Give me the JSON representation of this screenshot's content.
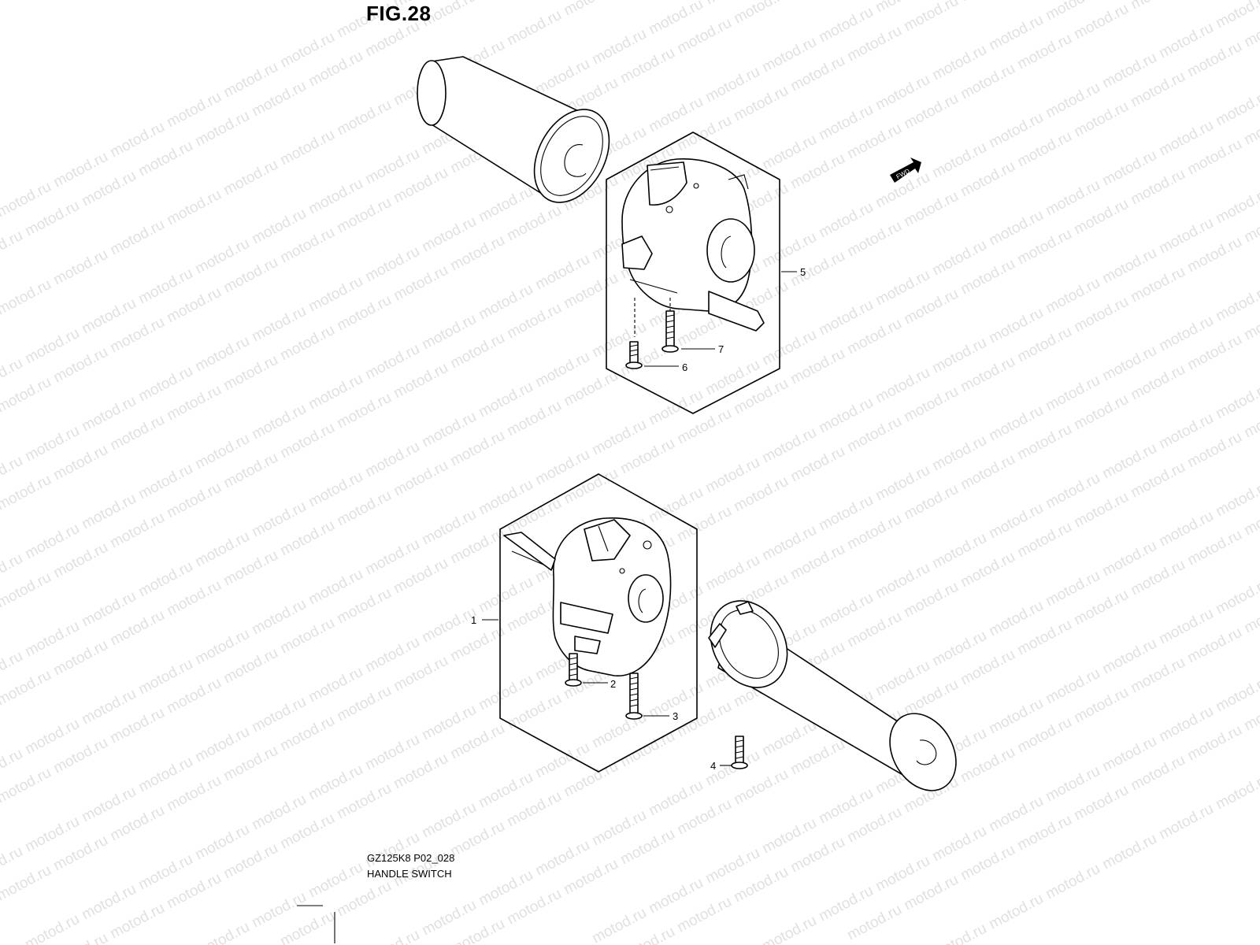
{
  "figure": {
    "title": "FIG.28",
    "model_code": "GZ125K8 P02_028",
    "part_group": "HANDLE SWITCH"
  },
  "watermark": {
    "text": "motod.ru"
  },
  "fwd_marker": {
    "text": "FWD"
  },
  "callouts": [
    "1",
    "2",
    "3",
    "4",
    "5",
    "6",
    "7"
  ]
}
